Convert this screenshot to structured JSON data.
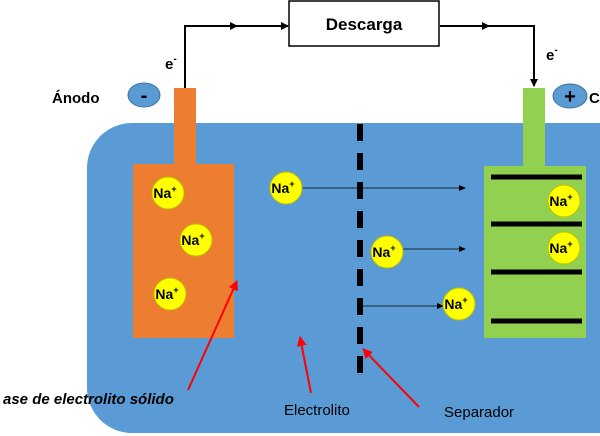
{
  "box_label": "Descarga",
  "electron_left": "e",
  "electron_right": "e",
  "electron_sup": "-",
  "anode_label": "Ánodo",
  "anode_sign": "-",
  "cathode_sign": "+",
  "cathode_label": "C",
  "ion_text": "Na",
  "ion_sup": "+",
  "labels": {
    "sei": "ase de electrolito sólido",
    "electrolyte": "Electrolito",
    "separator": "Separador"
  },
  "colors": {
    "electrolyte": "#5b9bd5",
    "anode": "#ed7d31",
    "cathode": "#92d050",
    "ion": "#ffff00",
    "arrow_red": "#ff0000"
  }
}
